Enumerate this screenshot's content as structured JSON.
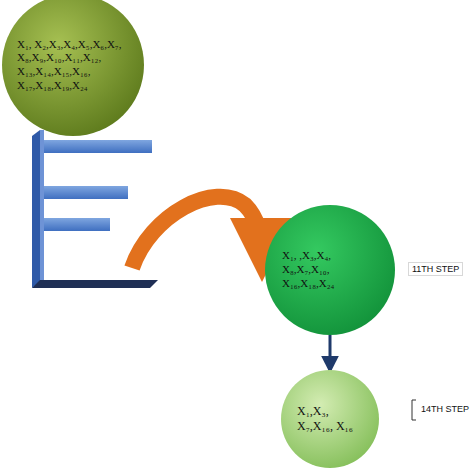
{
  "diagram": {
    "nodes": [
      {
        "text": [
          "X₁, X₂,X₃,X₄,X₅,X₆,X₇, X₈,X₉,X₁₀,X₁₁,X₁₂, X₁₃,X₁₄,X₁₅,X₁₆, X₁₇,X₁₈,X₁₉,X₂₄"
        ]
      },
      {
        "text": [
          "X₁, ,X₃,X₄, X₈,X₇,X₁₀, X₁₆,X₁₈,X₂₄"
        ]
      },
      {
        "text": [
          "X₁,X₃, X₇,X₁₆, X₁₆"
        ]
      }
    ],
    "edges": [
      {
        "from": 1,
        "to": 2,
        "arrow": "to"
      }
    ],
    "labels": [
      "11TH STEP",
      "14TH STEP"
    ]
  }
}
